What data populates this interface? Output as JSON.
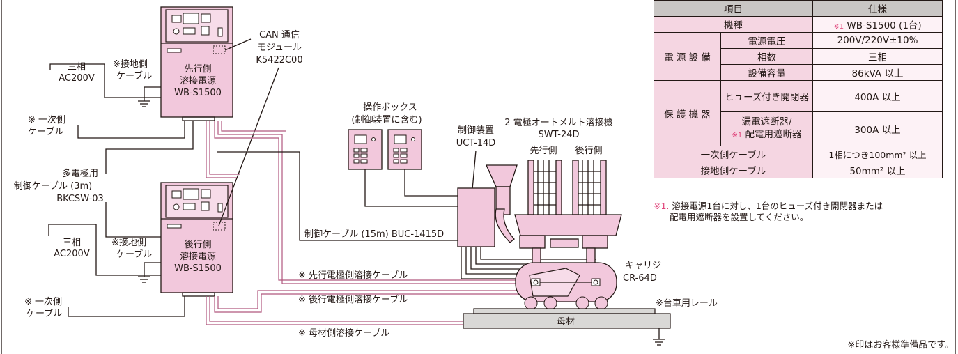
{
  "labels": {
    "can_module": [
      "CAN 通信",
      "モジュール",
      "K5422C00"
    ],
    "lead_power": [
      "先行側",
      "溶接電源",
      "WB-S1500"
    ],
    "trail_power": [
      "後行側",
      "溶接電源",
      "WB-S1500"
    ],
    "ground_cable_upper": [
      "※接地側",
      "ケーブル"
    ],
    "ground_cable_lower": [
      "※接地側",
      "ケーブル"
    ],
    "ac_upper": [
      "三相",
      "AC200V"
    ],
    "ac_lower": [
      "三相",
      "AC200V"
    ],
    "primary_cable_upper": [
      "※ 一次側",
      "ケーブル"
    ],
    "primary_cable_lower": [
      "※ 一次側",
      "ケーブル"
    ],
    "multi_cable": [
      "多電極用",
      "制御ケーブル (3m)",
      "BKCSW-03"
    ],
    "operation_box": [
      "操作ボックス",
      "(制御装置に含む)"
    ],
    "controller": [
      "制御装置",
      "UCT-14D"
    ],
    "welder": [
      "2 電極オートメルト溶接機",
      "SWT-24D"
    ],
    "lead_side": "先行側",
    "trail_side": "後行側",
    "control_cable": "制御ケーブル (15m)  BUC-1415D",
    "carriage": [
      "キャリジ",
      "CR-64D"
    ],
    "rail": "※台車用レール",
    "base_metal": "母材",
    "lead_weld_cable": "※ 先行電極側溶接ケーブル",
    "trail_weld_cable": "※ 後行電極側溶接ケーブル",
    "base_weld_cable": "※ 母材側溶接ケーブル"
  },
  "table": {
    "header": [
      "項目",
      "仕様"
    ],
    "model_label": "機種",
    "model_mark": "※1",
    "model_value": "WB-S1500 (1台)",
    "power_group": "電 源 設 備",
    "power_rows": [
      {
        "item": "電源電圧",
        "value": "200V/220V±10%"
      },
      {
        "item": "相数",
        "value": "三相"
      },
      {
        "item": "設備容量",
        "value": "86kVA 以上"
      }
    ],
    "protect_group": "保 護 機 器",
    "fuse_item": "ヒューズ付き開閉器",
    "fuse_value": "400A 以上",
    "breaker_item_1": "漏電遮断器/",
    "breaker_mark": "※1",
    "breaker_item_2": "配電用遮断器",
    "breaker_value": "300A 以上",
    "primary_label": "一次側ケーブル",
    "primary_value": "1相につき100mm² 以上",
    "ground_label": "接地側ケーブル",
    "ground_value": "50mm² 以上"
  },
  "notes": {
    "note1_mark": "※1.",
    "note1_line1": "溶接電源1台に対し、1台のヒューズ付き開閉器または",
    "note1_line2": "配電用遮断器を設置してください。",
    "note2": "※印はお客様準備品です。"
  }
}
